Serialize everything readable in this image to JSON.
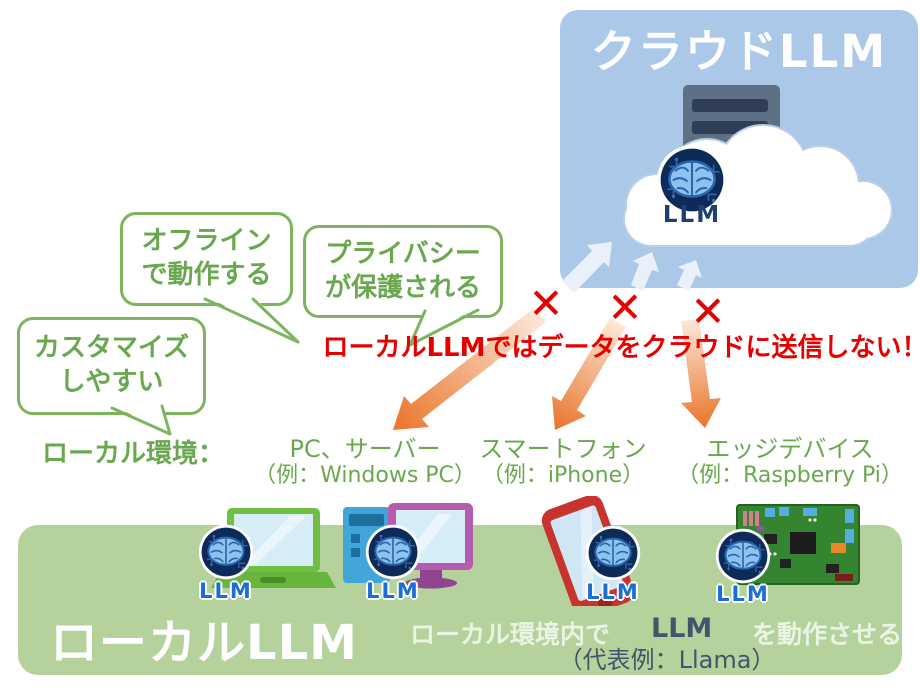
{
  "cloud": {
    "title": "クラウドLLM"
  },
  "benefits": [
    {
      "line1": "オフライン",
      "line2": "で動作する"
    },
    {
      "line1": "プライバシー",
      "line2": "が保護される"
    },
    {
      "line1": "カスタマイズ",
      "line2": "しやすい"
    }
  ],
  "no_send": {
    "crosses": [
      "✕",
      "✕",
      "✕"
    ],
    "message": "ローカルLLMではデータをクラウドに送信しない！"
  },
  "local_env": {
    "label": "ローカル環境：",
    "devices": [
      {
        "name": "PC、サーバー",
        "example": "（例：Windows PC）"
      },
      {
        "name": "スマートフォン",
        "example": "（例：iPhone）"
      },
      {
        "name": "エッジデバイス",
        "example": "（例：Raspberry Pi）"
      }
    ]
  },
  "band": {
    "title": "ローカルLLM",
    "desc_pre": "ローカル環境内で",
    "desc_emphasis": "LLM",
    "desc_post": "を動作させる",
    "desc_example": "（代表例：Llama）"
  },
  "badges": {
    "cloud": "LLM",
    "laptop": "LLM",
    "desktop": "LLM",
    "smartphone": "LLM",
    "edge_board": "LLM"
  },
  "colors": {
    "cloud_bg": "#abc8e8",
    "band_bg": "#b5d29d",
    "green_text": "#69a84e",
    "red": "#e60000",
    "orange": "#e9742a",
    "navy": "#44546a",
    "badge_blue": "#1b6ed2"
  }
}
